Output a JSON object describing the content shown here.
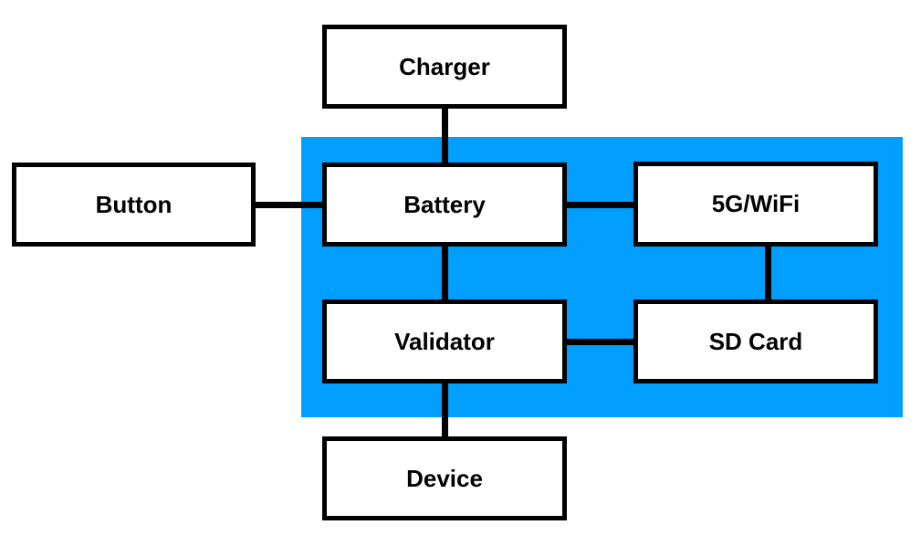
{
  "diagram": {
    "group_color": "#009FFF",
    "group_label": "",
    "nodes": {
      "charger": "Charger",
      "button": "Button",
      "battery": "Battery",
      "wifi": "5G/WiFi",
      "validator": "Validator",
      "sdcard": "SD Card",
      "device": "Device"
    },
    "edges": [
      [
        "Charger",
        "Battery"
      ],
      [
        "Button",
        "Battery"
      ],
      [
        "Battery",
        "5G/WiFi"
      ],
      [
        "Battery",
        "Validator"
      ],
      [
        "5G/WiFi",
        "SD Card"
      ],
      [
        "Validator",
        "SD Card"
      ],
      [
        "Validator",
        "Device"
      ]
    ]
  }
}
